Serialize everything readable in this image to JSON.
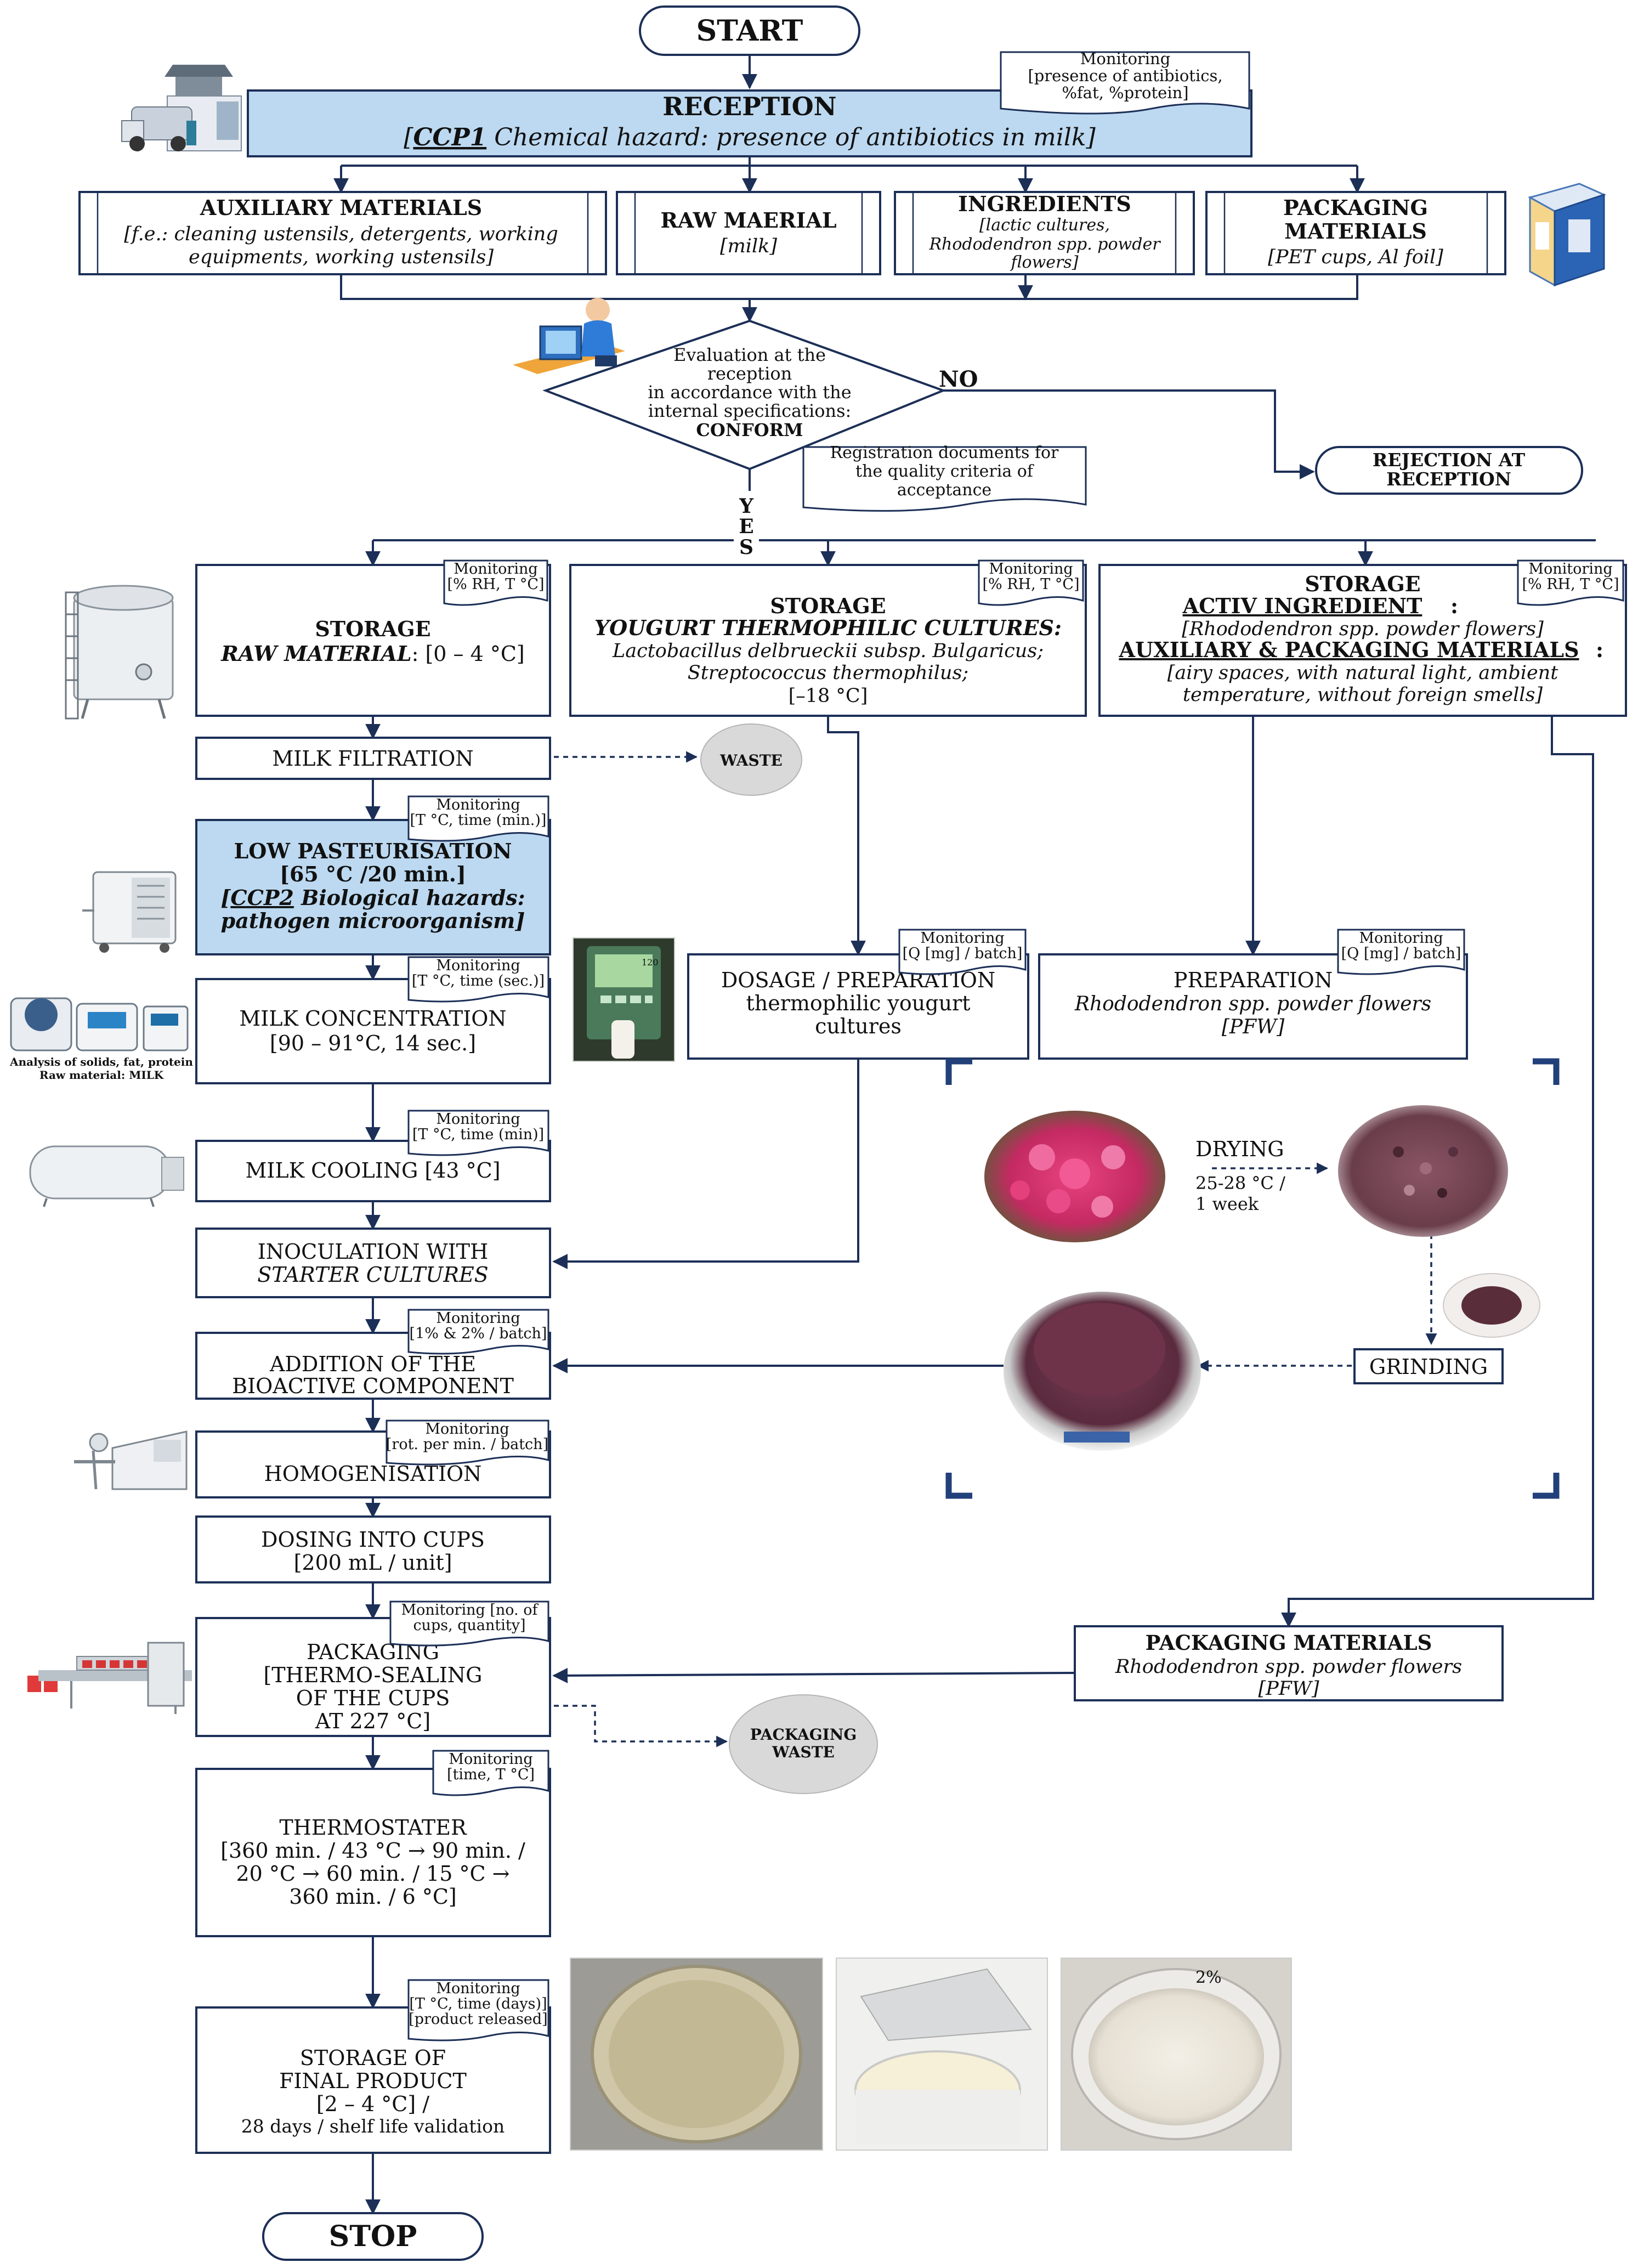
{
  "terminals": {
    "start": "START",
    "stop": "STOP"
  },
  "reception": {
    "title": "RECEPTION",
    "ccp_code": "CCP1",
    "ccp_text": " Chemical hazard: presence of antibiotics in milk",
    "monitoring": [
      "Monitoring",
      "[presence of antibiotics,",
      "%fat, %protein]"
    ]
  },
  "inputs": {
    "auxiliary": {
      "title": "AUXILIARY MATERIALS",
      "lines": [
        "[f.e.: cleaning ustensils, detergents, working",
        "equipments, working ustensils]"
      ]
    },
    "raw": {
      "title": "RAW MAERIAL",
      "lines": [
        "[milk]"
      ]
    },
    "ingredients": {
      "title": "INGREDIENTS",
      "lines": [
        "[lactic cultures,",
        "Rhododendron spp. powder",
        "flowers]"
      ]
    },
    "packaging": {
      "title_lines": [
        "PACKAGING",
        "MATERIALS"
      ],
      "lines": [
        "[PET cups, Al foil]"
      ]
    }
  },
  "decision": {
    "lines": [
      "Evaluation at the",
      "reception",
      "in accordance with the",
      "internal specifications:"
    ],
    "bold": "CONFORM",
    "no_label": "NO",
    "yes_letters": [
      "Y",
      "E",
      "S"
    ],
    "registration": [
      "Registration documents for",
      "the quality criteria of",
      "acceptance"
    ],
    "rejection": [
      "REJECTION AT",
      "RECEPTION"
    ]
  },
  "storage_raw": {
    "title": "STORAGE",
    "italic": "RAW MATERIAL",
    "range": ": [0 – 4 °C]",
    "monitoring": [
      "Monitoring",
      "[% RH, T °C]"
    ]
  },
  "storage_cultures": {
    "title": "STORAGE",
    "subtitle": "YOUGURT THERMOPHILIC CULTURES:",
    "lines": [
      "Lactobacillus delbrueckii subsp. Bulgaricus;",
      "Streptococcus thermophilus;",
      "[–18 °C]"
    ],
    "monitoring": [
      "Monitoring",
      "[% RH, T °C]"
    ]
  },
  "storage_active": {
    "title": "STORAGE",
    "sub1": "ACTIV INGREDIENT",
    "line1": "[Rhododendron spp. powder flowers]",
    "sub2": "AUXILIARY & PACKAGING MATERIALS",
    "lines": [
      "[airy spaces, with natural light, ambient",
      "temperature, without foreign smells]"
    ],
    "monitoring": [
      "Monitoring",
      "[% RH, T °C]"
    ]
  },
  "milk_filtration": "MILK FILTRATION",
  "waste": "WASTE",
  "packaging_waste": [
    "PACKAGING",
    "WASTE"
  ],
  "pasteurisation": {
    "lines": [
      "LOW PASTEURISATION",
      "[65 °C /20 min.]"
    ],
    "ccp_code": "CCP2",
    "ccp_line1": " Biological hazards:",
    "ccp_line2": "pathogen microorganism]",
    "monitoring": [
      "Monitoring",
      "[T °C, time (min.)]"
    ]
  },
  "concentration": {
    "lines": [
      "MILK CONCENTRATION",
      "[90 – 91°C, 14 sec.]"
    ],
    "monitoring": [
      "Monitoring",
      "[T °C, time (sec.)]"
    ]
  },
  "analysis_caption": [
    "Analysis of solids, fat, protein",
    "Raw material: MILK"
  ],
  "dosage": {
    "lines": [
      "DOSAGE / PREPARATION",
      "thermophilic yougurt",
      "cultures"
    ],
    "monitoring": [
      "Monitoring",
      "[Q [mg] / batch]"
    ]
  },
  "preparation": {
    "lines": [
      "PREPARATION",
      "Rhododendron spp. powder flowers",
      "[PFW]"
    ],
    "monitoring": [
      "Monitoring",
      "[Q [mg] / batch]"
    ]
  },
  "cooling": {
    "text": "MILK COOLING [43 °C]",
    "monitoring": [
      "Monitoring",
      "[T °C, time (min)]"
    ]
  },
  "drying": {
    "title": "DRYING",
    "lines": [
      "25-28 °C /",
      "1 week"
    ]
  },
  "inoculation": {
    "lines": [
      "INOCULATION WITH",
      "STARTER CULTURES"
    ]
  },
  "addition": {
    "lines": [
      "ADDITION OF THE",
      "BIOACTIVE COMPONENT"
    ],
    "monitoring": [
      "Monitoring",
      "[1% & 2% / batch]"
    ]
  },
  "grinding": "GRINDING",
  "homogenisation": {
    "text": "HOMOGENISATION",
    "monitoring": [
      "Monitoring",
      "[rot. per min. / batch]"
    ]
  },
  "dosing_cups": {
    "lines": [
      "DOSING INTO CUPS",
      "[200 mL / unit]"
    ]
  },
  "packaging_step": {
    "lines": [
      "PACKAGING",
      "[THERMO-SEALING",
      "OF THE CUPS",
      "AT 227 °C]"
    ],
    "monitoring": [
      "Monitoring [no. of",
      "cups, quantity]"
    ]
  },
  "packaging_materials_right": {
    "title": "PACKAGING MATERIALS",
    "lines": [
      "Rhododendron spp. powder flowers",
      "[PFW]"
    ]
  },
  "thermostater": {
    "lines": [
      "THERMOSTATER",
      "[360 min. / 43 °C → 90 min. /",
      "20 °C → 60 min. / 15 °C →",
      "360 min. / 6 °C]"
    ],
    "monitoring": [
      "Monitoring",
      "[time, T °C]"
    ]
  },
  "storage_final": {
    "lines": [
      "STORAGE OF",
      "FINAL PRODUCT",
      "[2 – 4 °C] /",
      "28 days /  shelf life validation"
    ],
    "monitoring": [
      "Monitoring",
      "[T °C, time (days)]",
      "[product released]"
    ]
  },
  "device_display": "120",
  "cup_label": "2%"
}
